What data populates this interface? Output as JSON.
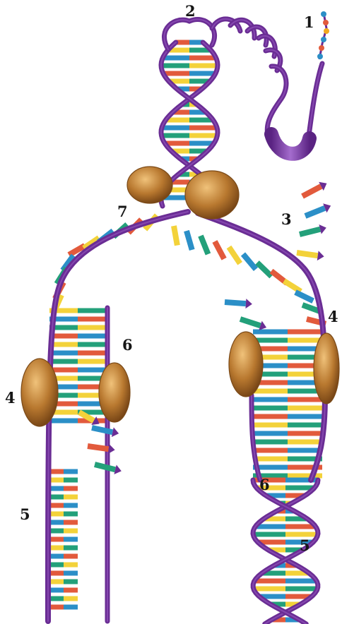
{
  "labels": {
    "l1": "1",
    "l2": "2",
    "l3": "3",
    "l4a": "4",
    "l4b": "4",
    "l5a": "5",
    "l5b": "5",
    "l6a": "6",
    "l6b": "6",
    "l7": "7"
  },
  "colors": {
    "backbone": "#6a2d94",
    "backbone_light": "#9b5cc4",
    "base_red": "#e25a3c",
    "base_yellow": "#f3d23a",
    "base_blue": "#2b8fc7",
    "base_green": "#23a07a",
    "protein": "#b8782f",
    "protein_dark": "#7b4a18",
    "protein_light": "#e3b266"
  }
}
